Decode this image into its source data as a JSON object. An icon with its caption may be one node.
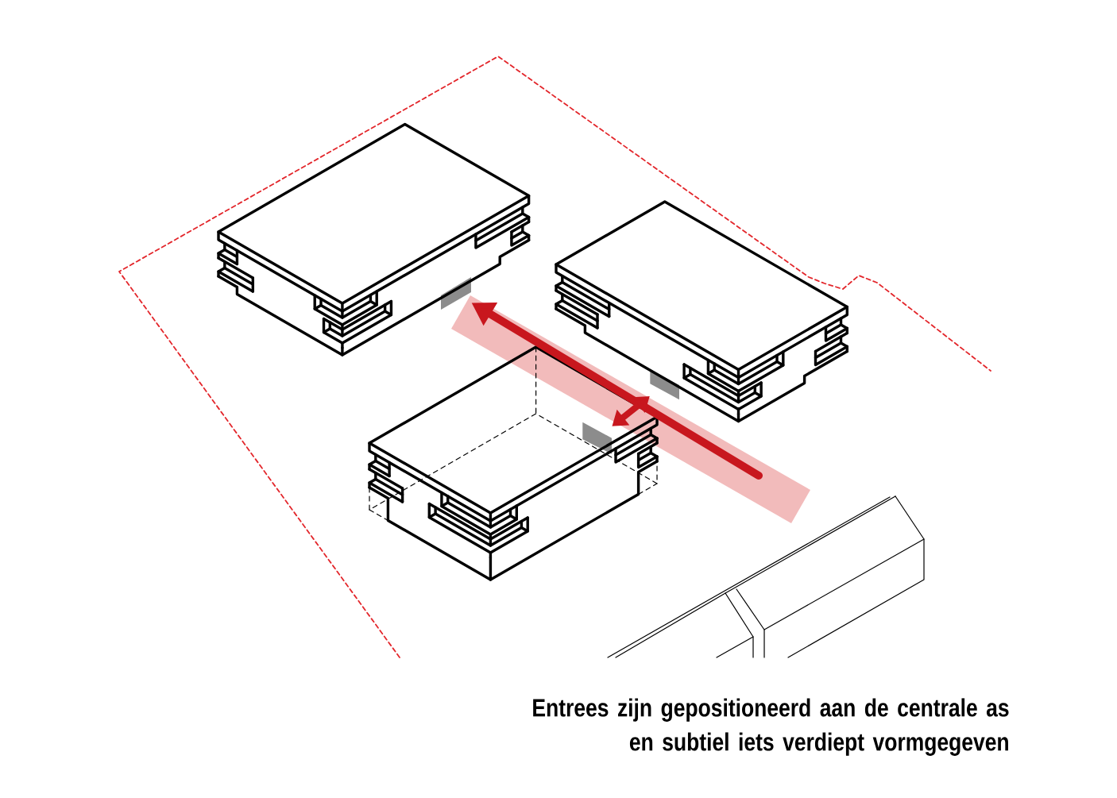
{
  "diagram": {
    "caption": "Entrees zijn gepositioneerd aan de centrale as en subtiel iets verdiept vormgegeven",
    "nodes": [
      {
        "text": [],
        "shape": "box"
      },
      {
        "text": [],
        "shape": "box"
      },
      {
        "text": [],
        "shape": "box"
      }
    ],
    "edges": [
      {
        "from": null,
        "to": 0,
        "arrow": "to"
      },
      {
        "from": 1,
        "to": 2,
        "arrow": "both"
      }
    ]
  }
}
